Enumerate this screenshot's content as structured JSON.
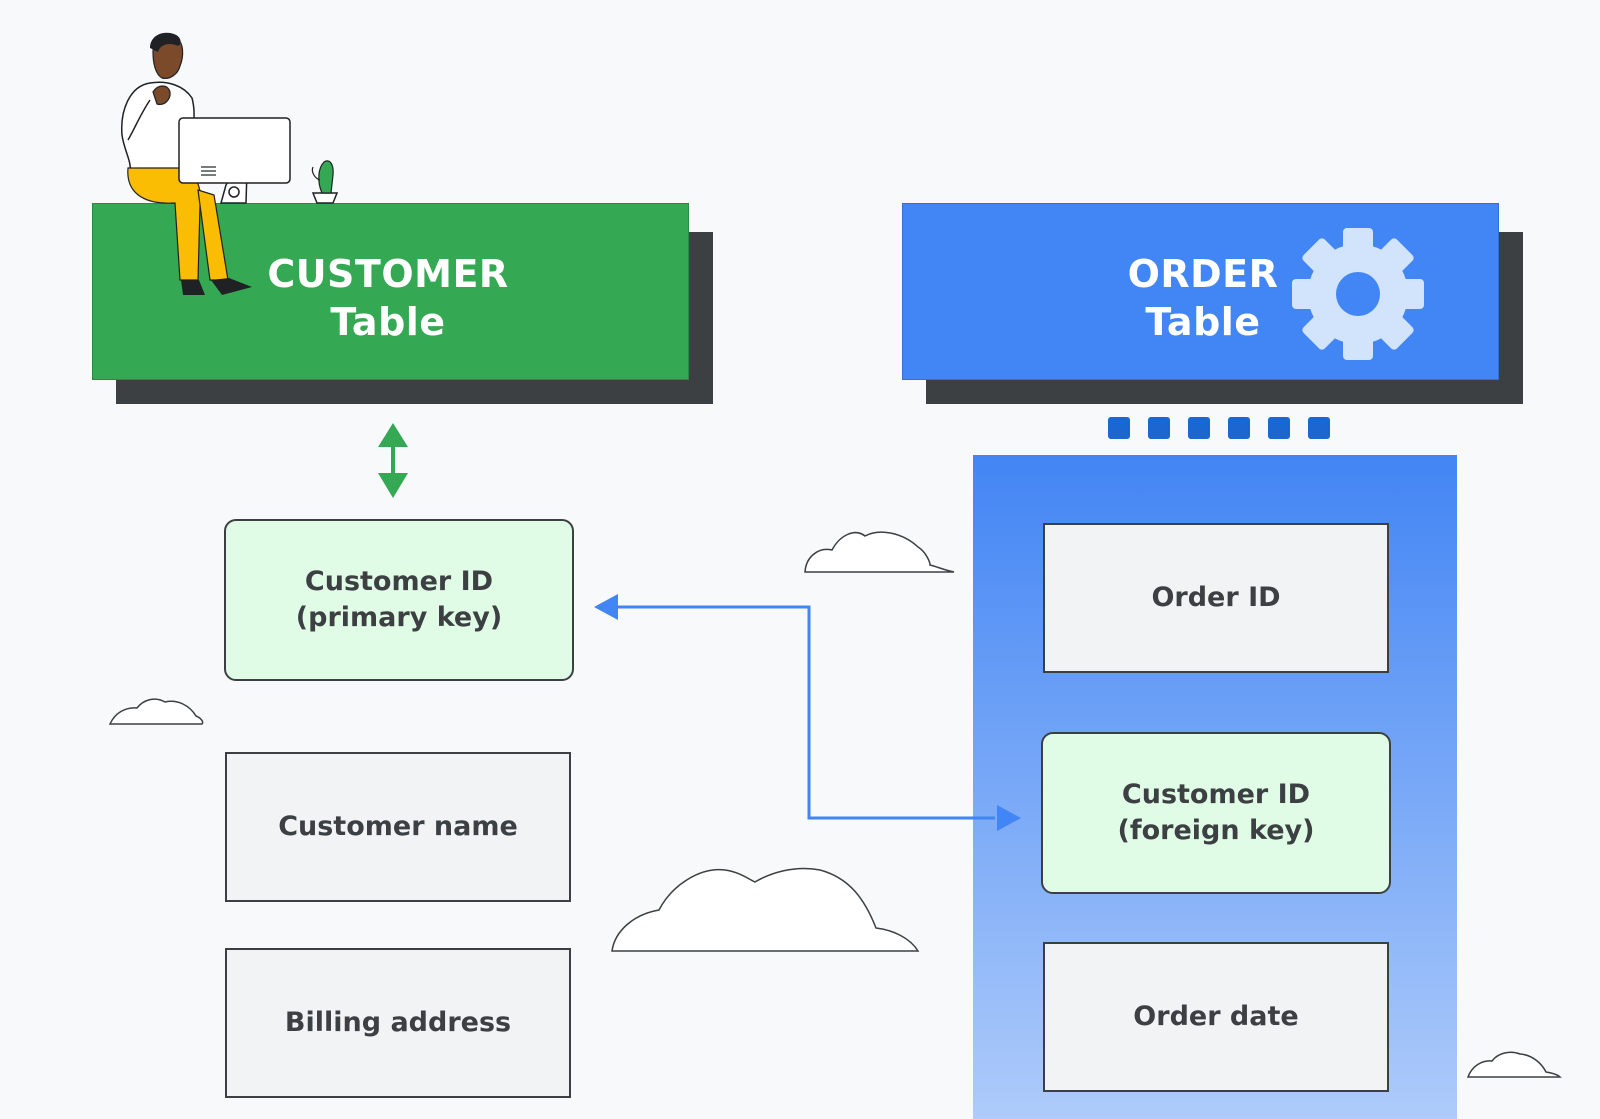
{
  "customer_table": {
    "title_line1": "CUSTOMER",
    "title_line2": "Table",
    "color": "#34a853",
    "fields": {
      "primary_key": {
        "line1": "Customer ID",
        "line2": "(primary key)"
      },
      "name": "Customer name",
      "billing": "Billing address"
    }
  },
  "order_table": {
    "title_line1": "ORDER",
    "title_line2": "Table",
    "color": "#4285f4",
    "fields": {
      "order_id": "Order ID",
      "foreign_key": {
        "line1": "Customer ID",
        "line2": "(foreign key)"
      },
      "order_date": "Order date"
    }
  },
  "icons": [
    "person-at-computer-illustration",
    "cactus-icon",
    "gear-icon",
    "double-arrow-icon",
    "cloud-icon"
  ],
  "colors": {
    "relation_arrow": "#4285f4",
    "key_field": "#e0fce6",
    "plain_field": "#f1f3f4",
    "shadow": "#3c4043"
  }
}
